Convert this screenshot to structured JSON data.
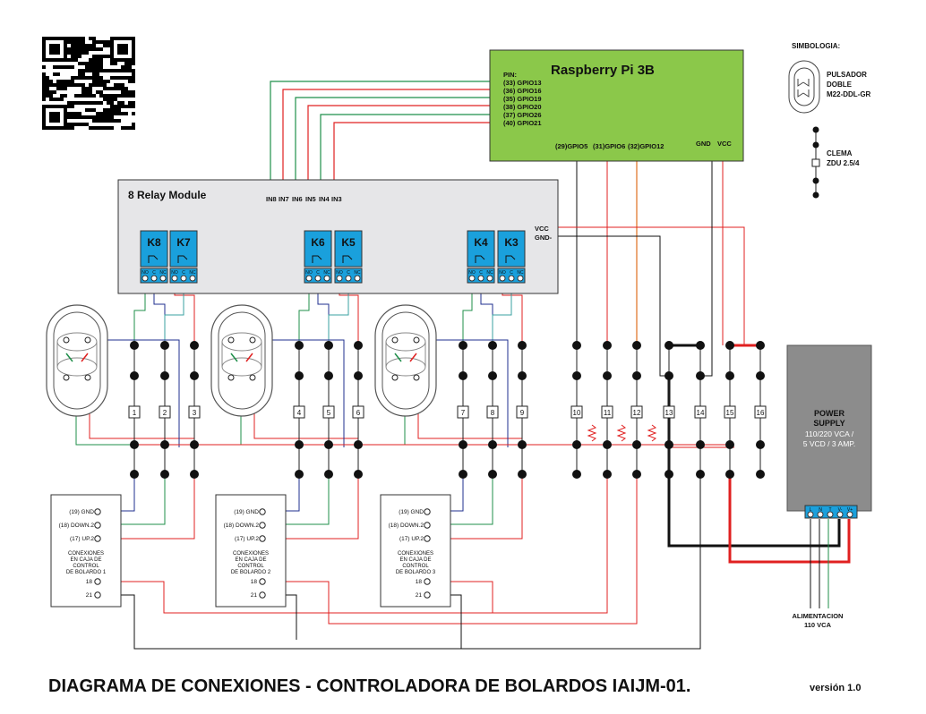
{
  "title": "DIAGRAMA DE CONEXIONES - CONTROLADORA DE BOLARDOS IAIJM-01.",
  "version": "versión 1.0",
  "colors": {
    "rpi": "#8bc84a",
    "relay_module": "#e6e6e8",
    "relay": "#1aa0dc",
    "terminal": "#1aa0dc",
    "psu": "#8c8c8c",
    "wire_red": "#e02020",
    "wire_green": "#1f8f4a",
    "wire_blue": "#1f2f8f",
    "wire_orange": "#e07020",
    "wire_black": "#111111",
    "wire_cyan": "#3aa0a0"
  },
  "rpi": {
    "title": "Raspberry Pi 3B",
    "pin_header": "PIN:",
    "pins_left": [
      "(33) GPIO13",
      "(36) GPIO16",
      "(35) GPIO19",
      "(38) GPIO20",
      "(37) GPIO26",
      "(40) GPIO21"
    ],
    "pins_bottom": [
      "(29)GPIO5",
      "(31)GPIO6",
      "(32)GPIO12"
    ],
    "gnd": "GND",
    "vcc": "VCC"
  },
  "relay_module": {
    "title": "8 Relay Module",
    "inputs": [
      "IN8",
      "IN7",
      "IN6",
      "IN5",
      "IN4",
      "IN3"
    ],
    "vcc": "VCC",
    "gnd": "GND-",
    "relays": [
      "K8",
      "K7",
      "K6",
      "K5",
      "K4",
      "K3"
    ],
    "contact_labels": [
      "NO",
      "C",
      "NC"
    ]
  },
  "legend": {
    "header": "SIMBOLOGIA:",
    "button_label": [
      "PULSADOR",
      "DOBLE",
      "M22-DDL-GR"
    ],
    "clamp_label": [
      "CLEMA",
      "ZDU 2.5/4"
    ]
  },
  "terminals": [
    "1",
    "2",
    "3",
    "4",
    "5",
    "6",
    "7",
    "8",
    "9",
    "10",
    "11",
    "12",
    "13",
    "14",
    "15",
    "16"
  ],
  "power_supply": {
    "label": [
      "POWER",
      "SUPPLY"
    ],
    "spec": [
      "110/220 VCA /",
      "5 VCD / 3 AMP."
    ],
    "terminal_labels": [
      "L",
      "N",
      "T",
      "V-",
      "V+"
    ],
    "mains": [
      "ALIMENTACION",
      "110 VCA"
    ]
  },
  "boxes": [
    {
      "signals": [
        "(19) GND",
        "(18) DOWN.2",
        "(17) UP.2"
      ],
      "caption": [
        "CONEXIONES",
        "EN CAJA DE",
        "CONTROL",
        "DE BOLARDO 1"
      ],
      "pins": [
        "18",
        "21"
      ]
    },
    {
      "signals": [
        "(19) GND",
        "(18) DOWN.2",
        "(17) UP.2"
      ],
      "caption": [
        "CONEXIONES",
        "EN CAJA DE",
        "CONTROL",
        "DE BOLARDO 2"
      ],
      "pins": [
        "18",
        "21"
      ]
    },
    {
      "signals": [
        "(19) GND",
        "(18) DOWN.2",
        "(17) UP.2"
      ],
      "caption": [
        "CONEXIONES",
        "EN CAJA DE",
        "CONTROL",
        "DE BOLARDO 3"
      ],
      "pins": [
        "18",
        "21"
      ]
    }
  ]
}
